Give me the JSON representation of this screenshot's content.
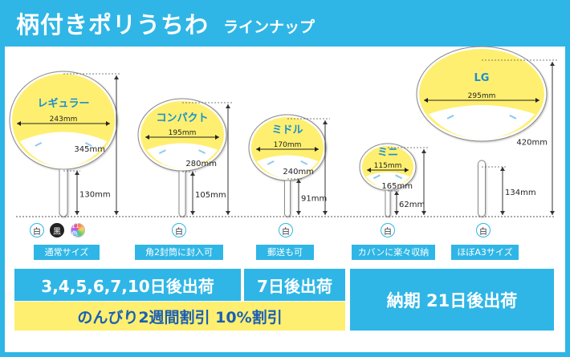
{
  "header": {
    "title": "柄付きポリうちわ",
    "subtitle": "ラインナップ"
  },
  "colors": {
    "accent": "#2fb6e6",
    "fan_fill": "#ffef70",
    "text_blue": "#1a5fb4"
  },
  "products": [
    {
      "name": "レギュラー",
      "width": "243mm",
      "height": "345mm",
      "handle": "130mm",
      "colors": [
        "白",
        "黒",
        "11色"
      ],
      "label": "通常サイズ"
    },
    {
      "name": "コンパクト",
      "width": "195mm",
      "height": "280mm",
      "handle": "105mm",
      "colors": [
        "白"
      ],
      "label": "角2封筒に封入可"
    },
    {
      "name": "ミドル",
      "width": "170mm",
      "height": "240mm",
      "handle": "91mm",
      "colors": [
        "白"
      ],
      "label": "郵送も可"
    },
    {
      "name": "ミニ",
      "width": "115mm",
      "height": "165mm",
      "handle": "62mm",
      "colors": [
        "白"
      ],
      "label": "カバンに楽々収納"
    },
    {
      "name": "LG",
      "width": "295mm",
      "height": "420mm",
      "handle": "134mm",
      "colors": [
        "白"
      ],
      "label": "ほぼA3サイズ"
    }
  ],
  "shipping": {
    "standard": "3,4,5,6,7,10日後出荷",
    "express": "7日後出荷",
    "discount": "のんびり2週間割引 10%割引",
    "lg": "納期 21日後出荷"
  }
}
